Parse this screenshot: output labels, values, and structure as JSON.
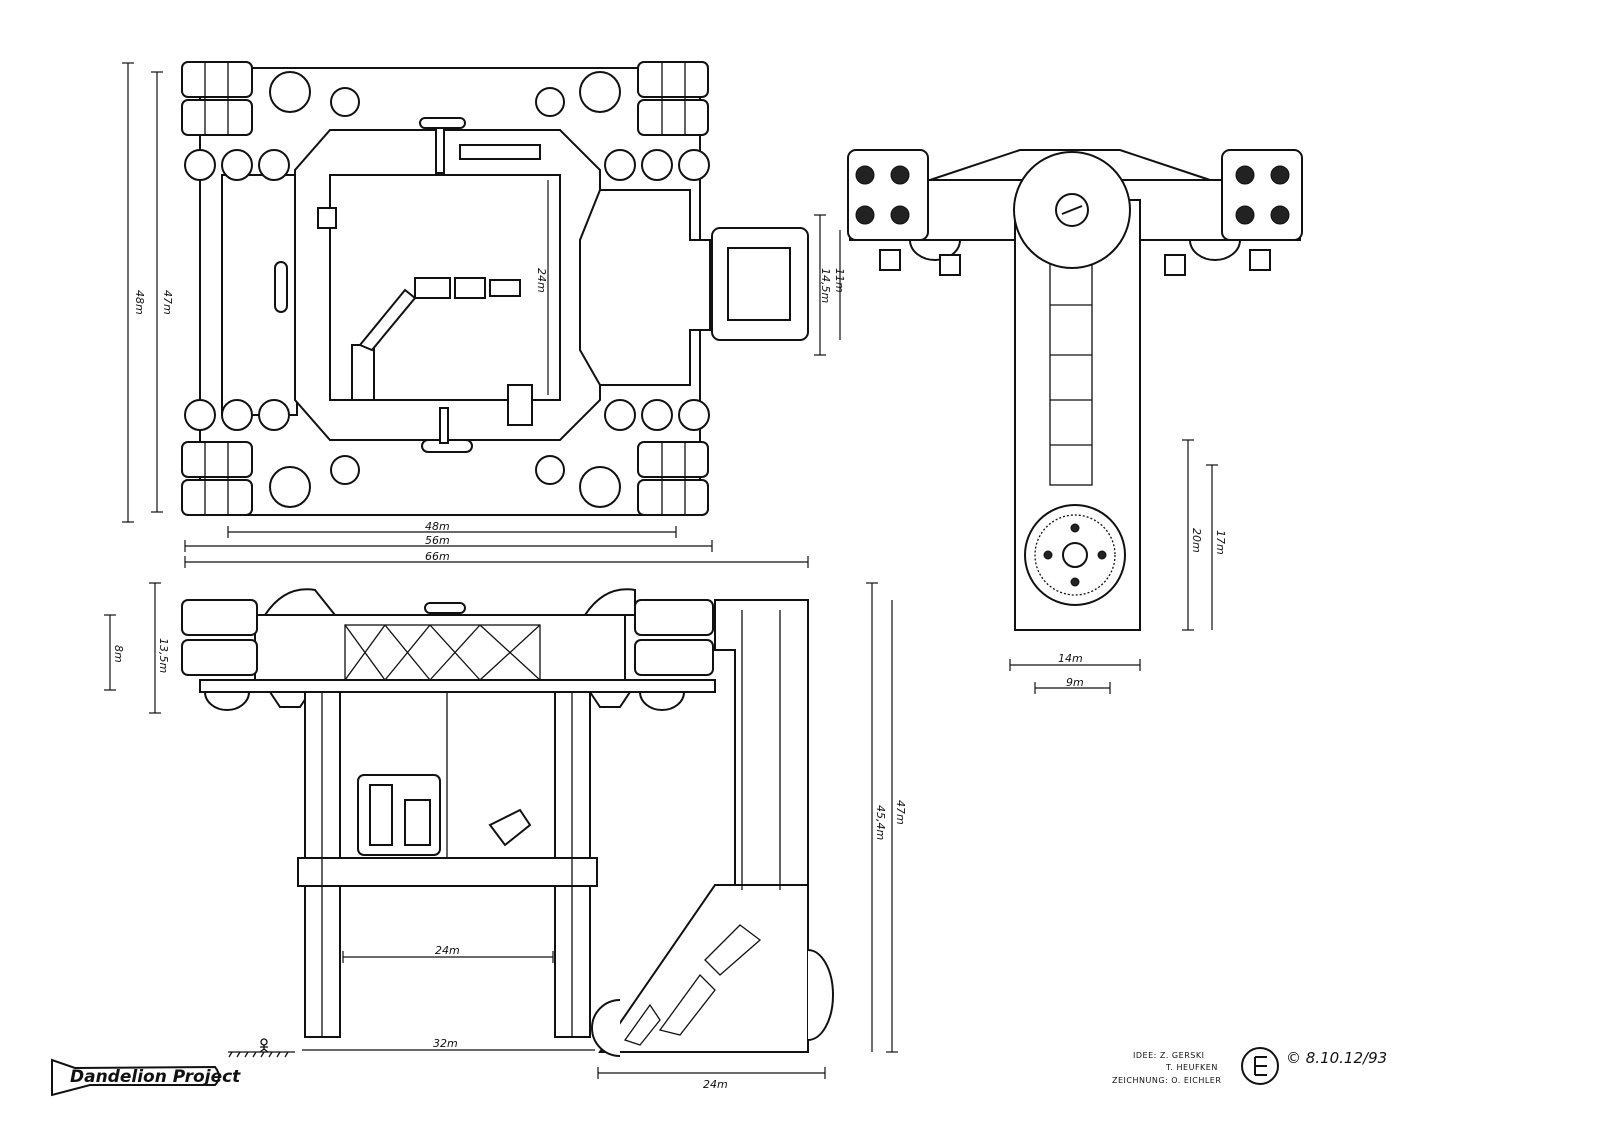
{
  "top_view": {
    "dims": {
      "height_outer": "48m",
      "height_inner": "47m",
      "inner_square": "24m",
      "module_a": "11m",
      "module_b": "14,5m",
      "width_frame": "48m",
      "width_mid": "56m",
      "width_total": "66m"
    }
  },
  "end_view": {
    "dims": {
      "arm_a": "20m",
      "arm_b": "17m",
      "arm_width": "14m",
      "arm_inner": "9m"
    }
  },
  "side_view": {
    "dims": {
      "deck_a": "8m",
      "deck_b": "13,5m",
      "leg_inner": "24m",
      "leg_outer": "32m",
      "tower_base": "24m",
      "tower_a": "45,4m",
      "tower_b": "47m"
    }
  },
  "credits": {
    "idea_label": "IDEE: Z. GERSKI",
    "idea_second": "T. HEUFKEN",
    "drawing": "ZEICHNUNG: O. EICHLER",
    "date": "© 8.10.12/93",
    "logo_text": "Dandelion Project"
  }
}
